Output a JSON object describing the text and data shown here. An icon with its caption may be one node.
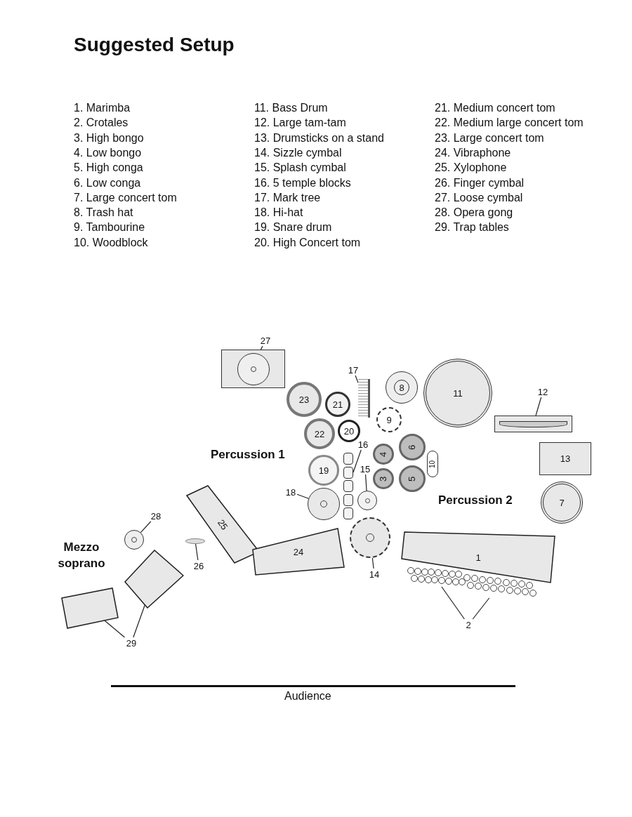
{
  "diagram": {
    "title": "Suggested Setup",
    "nodes": [
      {
        "text": [
          "27"
        ]
      },
      {
        "text": [],
        "shape": "box"
      },
      {
        "text": [],
        "shape": "circle",
        "in": 1
      },
      {
        "text": [
          "17"
        ]
      },
      {
        "text": [],
        "shape": "bar"
      },
      {
        "text": [
          "8"
        ]
      },
      {
        "text": [
          "11"
        ]
      },
      {
        "text": [
          "12"
        ]
      },
      {
        "text": [],
        "shape": "box"
      },
      {
        "text": [
          "23"
        ]
      },
      {
        "text": [
          "21"
        ]
      },
      {
        "text": [
          "9"
        ]
      },
      {
        "text": [
          "22"
        ]
      },
      {
        "text": [
          "20"
        ]
      },
      {
        "text": [
          "16"
        ]
      },
      {
        "text": [],
        "shape": "box"
      },
      {
        "text": [
          "4"
        ]
      },
      {
        "text": [
          "6"
        ]
      },
      {
        "text": [
          "10"
        ]
      },
      {
        "text": [
          "13"
        ]
      },
      {
        "text": [
          "19"
        ]
      },
      {
        "text": [
          "3"
        ]
      },
      {
        "text": [
          "5"
        ]
      },
      {
        "text": [
          "15"
        ]
      },
      {
        "text": [],
        "shape": "circle"
      },
      {
        "text": [
          "18"
        ]
      },
      {
        "text": [],
        "shape": "circle"
      },
      {
        "text": [
          "7"
        ]
      },
      {
        "text": [
          "28"
        ]
      },
      {
        "text": [],
        "shape": "circle"
      },
      {
        "text": [
          "25"
        ]
      },
      {
        "text": [
          "26"
        ]
      },
      {
        "text": [],
        "shape": "circle"
      },
      {
        "text": [
          "24"
        ]
      },
      {
        "text": [],
        "shape": "circle"
      },
      {
        "text": [
          "14"
        ]
      },
      {
        "text": [
          "1"
        ]
      },
      {
        "text": [],
        "shape": "circle"
      },
      {
        "text": [],
        "shape": "circle"
      },
      {
        "text": [
          "2"
        ]
      },
      {
        "text": [],
        "shape": "box"
      },
      {
        "text": [],
        "shape": "box"
      },
      {
        "text": [
          "29"
        ]
      }
    ],
    "edges": [
      {
        "from": 0,
        "to": 2,
        "arrow": "none"
      },
      {
        "from": 3,
        "to": 4,
        "arrow": "none"
      },
      {
        "from": 7,
        "to": 8,
        "arrow": "none"
      },
      {
        "from": 14,
        "to": 15,
        "arrow": "none"
      },
      {
        "from": 23,
        "to": 24,
        "arrow": "none"
      },
      {
        "from": 25,
        "to": 26,
        "arrow": "none"
      },
      {
        "from": 28,
        "to": 29,
        "arrow": "none"
      },
      {
        "from": 31,
        "to": 32,
        "arrow": "none"
      },
      {
        "from": 35,
        "to": 34,
        "arrow": "none"
      },
      {
        "from": 39,
        "to": 37,
        "arrow": "none"
      },
      {
        "from": 39,
        "to": 38,
        "arrow": "none"
      },
      {
        "from": 42,
        "to": 41,
        "arrow": "none"
      },
      {
        "from": 42,
        "to": 40,
        "arrow": "none"
      }
    ],
    "labels": [
      "1. Marimba",
      "2. Crotales",
      "3. High bongo",
      "4. Low bongo",
      "5. High conga",
      "6. Low conga",
      "7. Large concert tom",
      "8. Trash hat",
      "9. Tambourine",
      "10. Woodblock",
      "11. Bass Drum",
      "12. Large tam-tam",
      "13. Drumsticks on a stand",
      "14. Sizzle cymbal",
      "15. Splash cymbal",
      "16. 5 temple blocks",
      "17. Mark tree",
      "18. Hi-hat",
      "19. Snare drum",
      "20. High Concert tom",
      "21. Medium concert tom",
      "22. Medium large concert tom",
      "23. Large concert tom",
      "24. Vibraphone",
      "25. Xylophone",
      "26. Finger cymbal",
      "27. Loose cymbal",
      "28. Opera gong",
      "29. Trap tables",
      "Percussion 1",
      "Percussion 2",
      "Mezzo soprano",
      "Audience"
    ]
  }
}
